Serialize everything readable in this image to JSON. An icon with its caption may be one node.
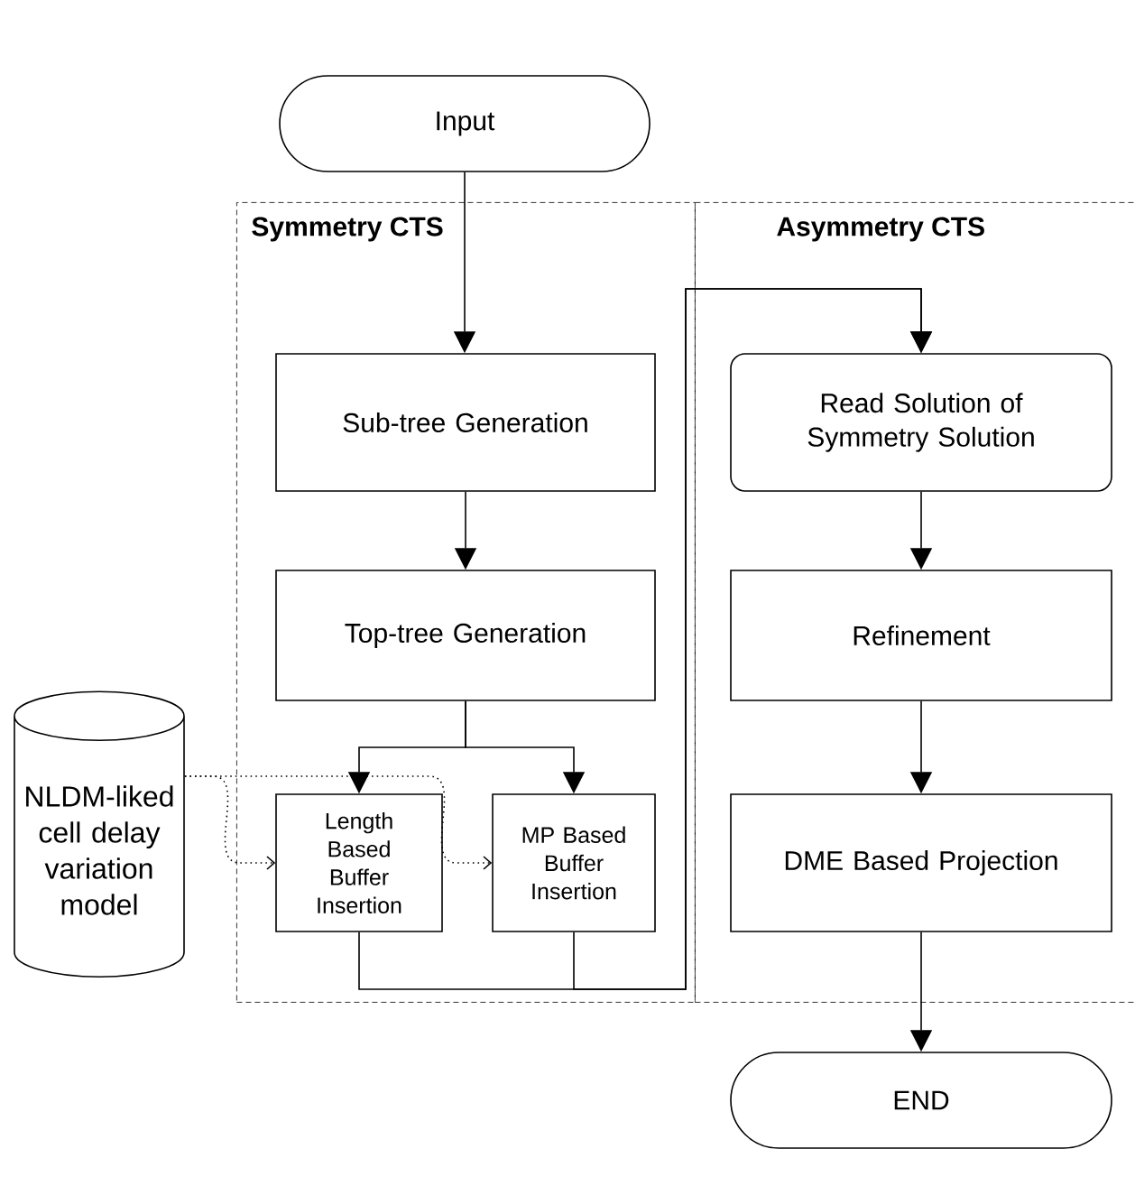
{
  "diagram": {
    "nodes": [
      {
        "text": [
          "Input"
        ]
      },
      {
        "text": [
          "Symmetry CTS"
        ]
      },
      {
        "text": [
          "Asymmetry CTS"
        ]
      },
      {
        "text": [
          "Sub-tree Generation"
        ],
        "in": 1
      },
      {
        "text": [
          "Top-tree Generation"
        ],
        "in": 1
      },
      {
        "text": [
          "Length Based Buffer Insertion"
        ],
        "in": 1
      },
      {
        "text": [
          "MP Based Buffer Insertion"
        ],
        "in": 1
      },
      {
        "text": [
          "Read Solution of Symmetry Solution"
        ],
        "in": 2
      },
      {
        "text": [
          "Refinement"
        ],
        "in": 2
      },
      {
        "text": [
          "DME Based Projection"
        ],
        "in": 2
      },
      {
        "text": [
          "END"
        ]
      },
      {
        "text": [
          "NLDM-liked cell delay variation model"
        ]
      }
    ],
    "edges": [
      {
        "from": 0,
        "to": 3,
        "arrow": "to"
      },
      {
        "from": 3,
        "to": 4,
        "arrow": "to"
      },
      {
        "from": 4,
        "to": 5,
        "arrow": "to"
      },
      {
        "from": 4,
        "to": 6,
        "arrow": "to"
      },
      {
        "from": 5,
        "to": 7,
        "arrow": "to"
      },
      {
        "from": 6,
        "to": 7,
        "arrow": "to"
      },
      {
        "from": 7,
        "to": 8,
        "arrow": "to"
      },
      {
        "from": 8,
        "to": 9,
        "arrow": "to"
      },
      {
        "from": 9,
        "to": 10,
        "arrow": "to"
      },
      {
        "from": 11,
        "to": 5,
        "arrow": "to",
        "style": "dashed"
      },
      {
        "from": 11,
        "to": 6,
        "arrow": "to",
        "style": "dashed"
      }
    ]
  }
}
